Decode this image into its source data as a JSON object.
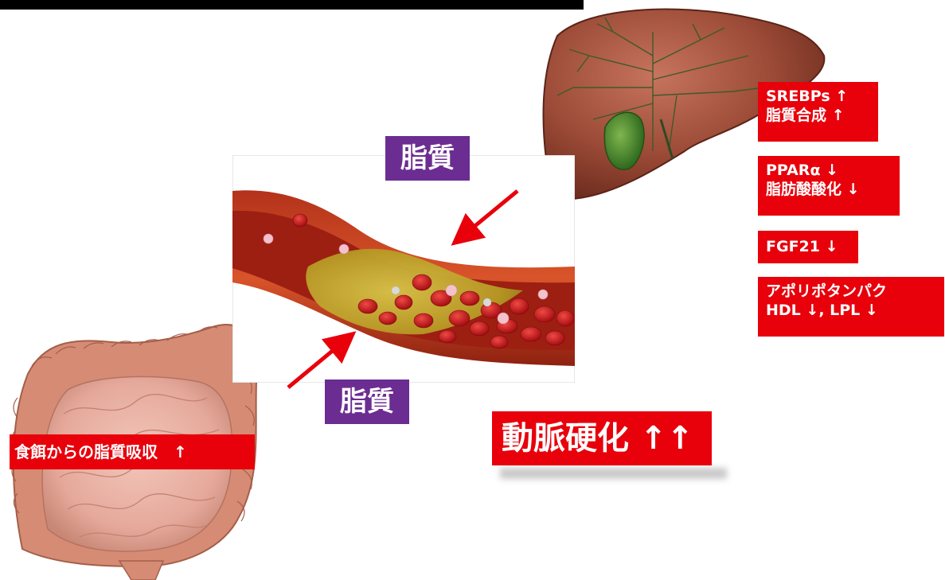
{
  "labels": {
    "lipid_top": "脂質",
    "lipid_bottom": "脂質",
    "dietary_absorption": "食餌からの脂質吸収　↑",
    "atherosclerosis": "動脈硬化 ↑↑",
    "srebp_line1": "SREBPs ↑",
    "srebp_line2": "脂質合成 ↑",
    "ppar_line1": "PPARα ↓",
    "ppar_line2": "脂肪酸酸化 ↓",
    "fgf21": "FGF21 ↓",
    "apo_line1": "アポリポタンパク",
    "apo_line2": "HDL ↓, LPL ↓"
  },
  "colors": {
    "label_red": "#e8000b",
    "label_purple": "#6b2d91",
    "arrow_red": "#e8000b",
    "liver": "#9a4a36",
    "gallbladder": "#3f7f2a",
    "intestine": "#e5a99b",
    "vessel_wall": "#c7401c",
    "plaque": "#c8b12e",
    "blood_cell": "#c4151b"
  },
  "icons": {
    "liver": "liver-icon",
    "intestine": "intestine-icon",
    "artery": "artery-plaque-icon"
  }
}
